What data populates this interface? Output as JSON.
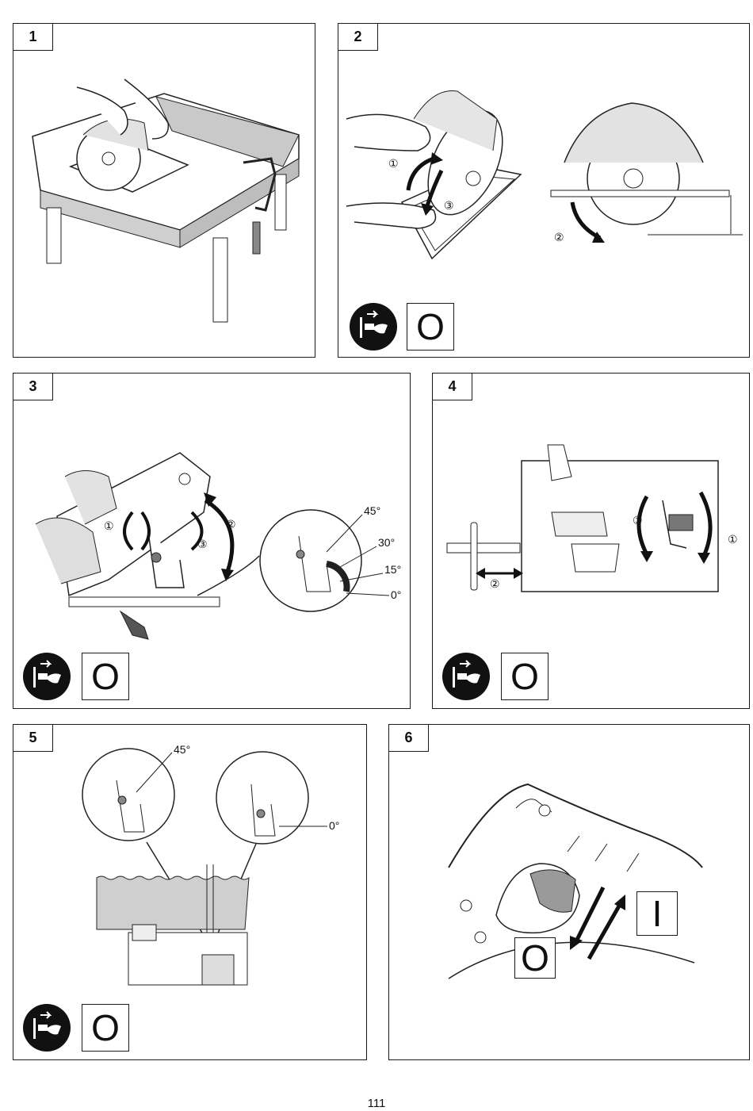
{
  "panels": [
    {
      "number": "1"
    },
    {
      "number": "2",
      "marks": [
        "①",
        "③",
        "②"
      ],
      "switch_label": "O"
    },
    {
      "number": "3",
      "marks": [
        "①",
        "②",
        "③"
      ],
      "angles": [
        "45°",
        "30°",
        "15°",
        "0°"
      ],
      "switch_label": "O"
    },
    {
      "number": "4",
      "marks": [
        "③",
        "①",
        "②"
      ],
      "switch_label": "O"
    },
    {
      "number": "5",
      "angles": [
        "45°",
        "0°"
      ],
      "switch_label": "O"
    },
    {
      "number": "6",
      "switch_off": "O",
      "switch_on": "I"
    }
  ],
  "icons": {
    "unplug": "unplug-icon"
  },
  "page_number": "111"
}
